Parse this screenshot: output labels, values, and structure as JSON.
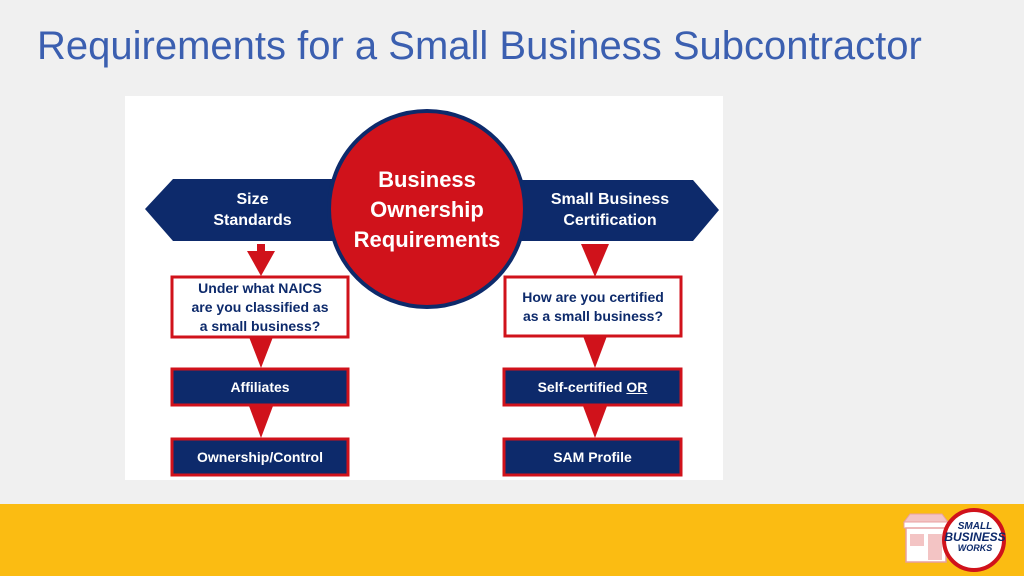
{
  "slide": {
    "title": "Requirements for a Small Business Subcontractor"
  },
  "diagram": {
    "center": {
      "line1": "Business",
      "line2": "Ownership",
      "line3": "Requirements"
    },
    "left": {
      "header_line1": "Size",
      "header_line2": "Standards",
      "question_line1": "Under what NAICS",
      "question_line2": "are you classified as",
      "question_line3": "a small business?",
      "step1": "Affiliates",
      "step2": "Ownership/Control"
    },
    "right": {
      "header_line1": "Small Business",
      "header_line2": "Certification",
      "question_line1": "How are you certified",
      "question_line2": "as a small business?",
      "step1_text": "Self-certified",
      "step1_emphasis": "OR",
      "step2": "SAM Profile"
    }
  },
  "logo": {
    "line1": "SMALL",
    "line2": "BUSINESS",
    "line3": "WORKS",
    "icon": "storefront-icon"
  },
  "colors": {
    "title": "#3b5fb0",
    "navy": "#0d2a6b",
    "red": "#d0121b",
    "footer": "#fbbc12"
  }
}
